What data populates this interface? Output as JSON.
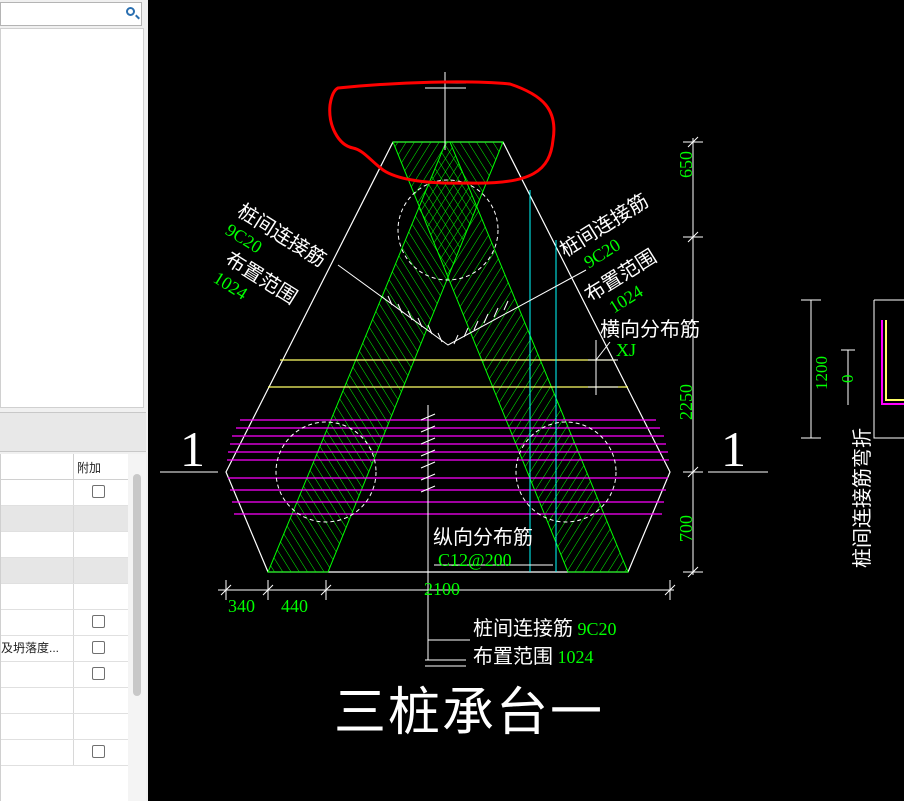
{
  "left_panel": {
    "grid_header": "附加",
    "rows": [
      {
        "text": "",
        "checkbox": true,
        "shaded": false
      },
      {
        "text": "",
        "checkbox": false,
        "shaded": true
      },
      {
        "text": "",
        "checkbox": false,
        "shaded": false
      },
      {
        "text": "",
        "checkbox": false,
        "shaded": true
      },
      {
        "text": "",
        "checkbox": false,
        "shaded": false
      },
      {
        "text": "",
        "checkbox": true,
        "shaded": false
      },
      {
        "text": "及坍落度...",
        "checkbox": true,
        "shaded": false
      },
      {
        "text": "",
        "checkbox": true,
        "shaded": false
      },
      {
        "text": "",
        "checkbox": false,
        "shaded": false
      },
      {
        "text": "",
        "checkbox": false,
        "shaded": false
      },
      {
        "text": "",
        "checkbox": true,
        "shaded": false
      }
    ]
  },
  "drawing": {
    "title": "三桩承台一",
    "left_rebar": {
      "name": "桩间连接筋",
      "spec": "9C20",
      "range_label": "布置范围",
      "range": "1024"
    },
    "right_rebar": {
      "name": "桩间连接筋",
      "spec": "9C20",
      "range_label": "布置范围",
      "range": "1024"
    },
    "bottom_rebar": {
      "name": "桩间连接筋",
      "spec": "9C20",
      "range_label": "布置范围",
      "range": "1024"
    },
    "transverse_label": "横向分布筋",
    "transverse_code": "XJ",
    "longitudinal_label": "纵向分布筋",
    "longitudinal_spec": "C12@200",
    "section_marker": "1",
    "dims_right": [
      "650",
      "2250",
      "700"
    ],
    "dims_bottom": [
      "340",
      "440",
      "2100"
    ],
    "side_view": {
      "dim1": "1200",
      "dim2": "0",
      "label": "桩间连接筋弯折"
    },
    "colors": {
      "background": "#000000",
      "lines": "#ffffff",
      "hatch": "#00ff00",
      "dim_text": "#00ff00",
      "magenta": "#ff00ff",
      "yellow": "#ffff66",
      "cyan": "#00ffff",
      "annotation_circle": "#ff0000"
    }
  }
}
